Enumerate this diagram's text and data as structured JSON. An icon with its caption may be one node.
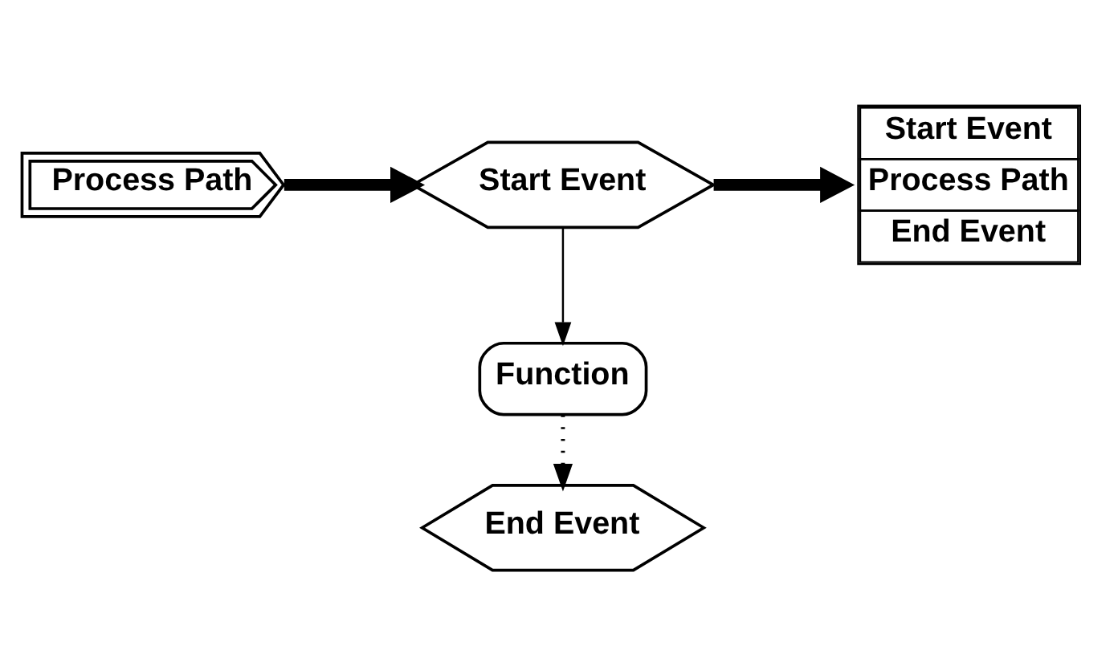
{
  "diagram": {
    "nodes": [
      {
        "text": [
          "Process Path"
        ]
      },
      {
        "text": [
          "Start Event"
        ]
      },
      {
        "text": [
          "Start Event",
          "Process Path",
          "End Event"
        ]
      },
      {
        "text": [
          "Function"
        ]
      },
      {
        "text": [
          "End Event"
        ]
      }
    ],
    "edges": [
      {
        "from": 0,
        "to": 1,
        "arrow": "to",
        "style": "thick"
      },
      {
        "from": 1,
        "to": 2,
        "arrow": "to",
        "style": "thick"
      },
      {
        "from": 1,
        "to": 3,
        "arrow": "to"
      },
      {
        "from": 3,
        "to": 4,
        "arrow": "to",
        "style": "dashed"
      }
    ]
  }
}
